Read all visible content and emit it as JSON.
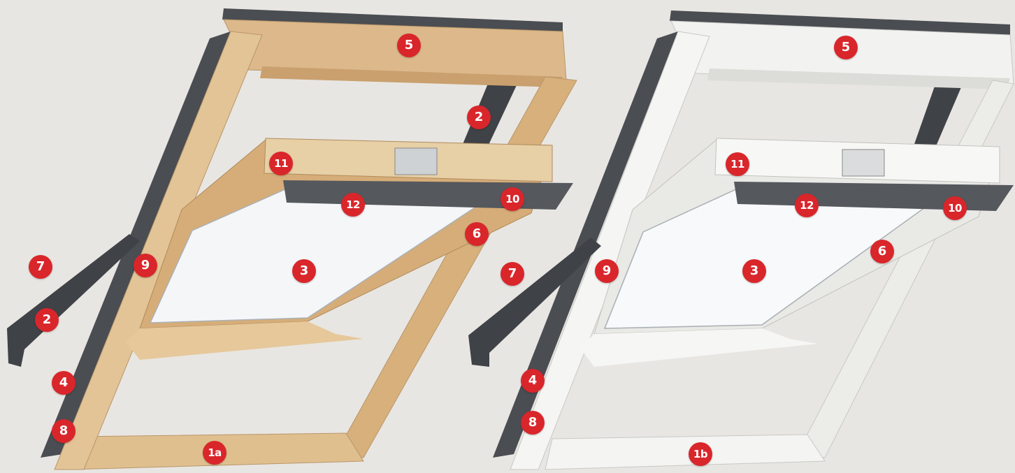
{
  "colors": {
    "background": "#e8e6e2",
    "marker": "#d9262b",
    "marker_text": "#ffffff",
    "pine_frame": "#dcb88a",
    "white_frame": "#f2f2f0",
    "flashing": "#4a4d52",
    "glass": "#f4f6f8"
  },
  "windows": [
    {
      "variant": "pine",
      "markers": [
        "5",
        "2",
        "11",
        "12",
        "10",
        "6",
        "7",
        "9",
        "3",
        "2",
        "4",
        "8",
        "1a"
      ]
    },
    {
      "variant": "white",
      "markers": [
        "5",
        "11",
        "12",
        "10",
        "6",
        "7",
        "9",
        "3",
        "4",
        "8",
        "1b"
      ]
    }
  ]
}
